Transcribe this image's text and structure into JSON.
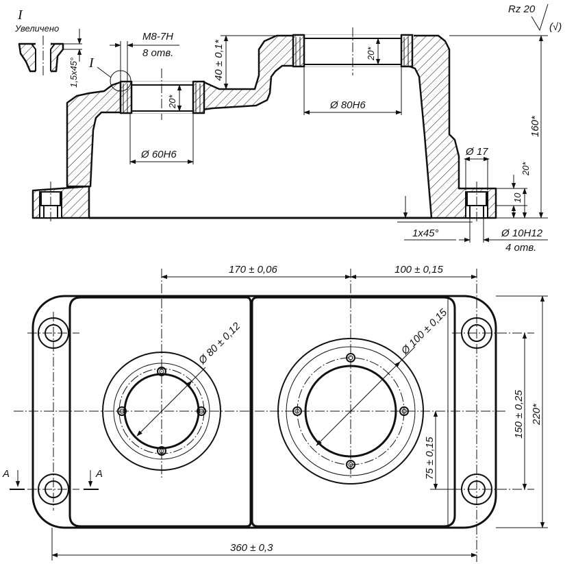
{
  "roughness": {
    "label": "Rz 20",
    "symbol": "(√)"
  },
  "detail": {
    "mark": "I",
    "caption": "Увеличено",
    "chamfer": "1,5x45°"
  },
  "section": {
    "thread": "M8-7H",
    "thread_count": "8 отв.",
    "step_height": "40 ± 0,1*",
    "left_depth": "20*",
    "right_depth": "20*",
    "left_bore": "Ø 60H6",
    "right_bore": "Ø 80H6",
    "total_height": "160*",
    "counterbore": "Ø 17",
    "cb_depth_20": "20*",
    "cb_depth_10": "10",
    "hole": "Ø 10H12",
    "hole_count": "4 отв.",
    "base_chamfer": "1x45°"
  },
  "plan": {
    "bore_spacing": "170 ± 0,06",
    "right_offset": "100 ± 0,15",
    "left_pcd": "Ø 80 ± 0,12",
    "right_pcd": "Ø 100 ± 0,15",
    "hole_spacing_y": "150 ± 0,25",
    "width": "220*",
    "half_offset": "75 ± 0,15",
    "length": "360 ± 0,3",
    "section_mark": "A"
  }
}
